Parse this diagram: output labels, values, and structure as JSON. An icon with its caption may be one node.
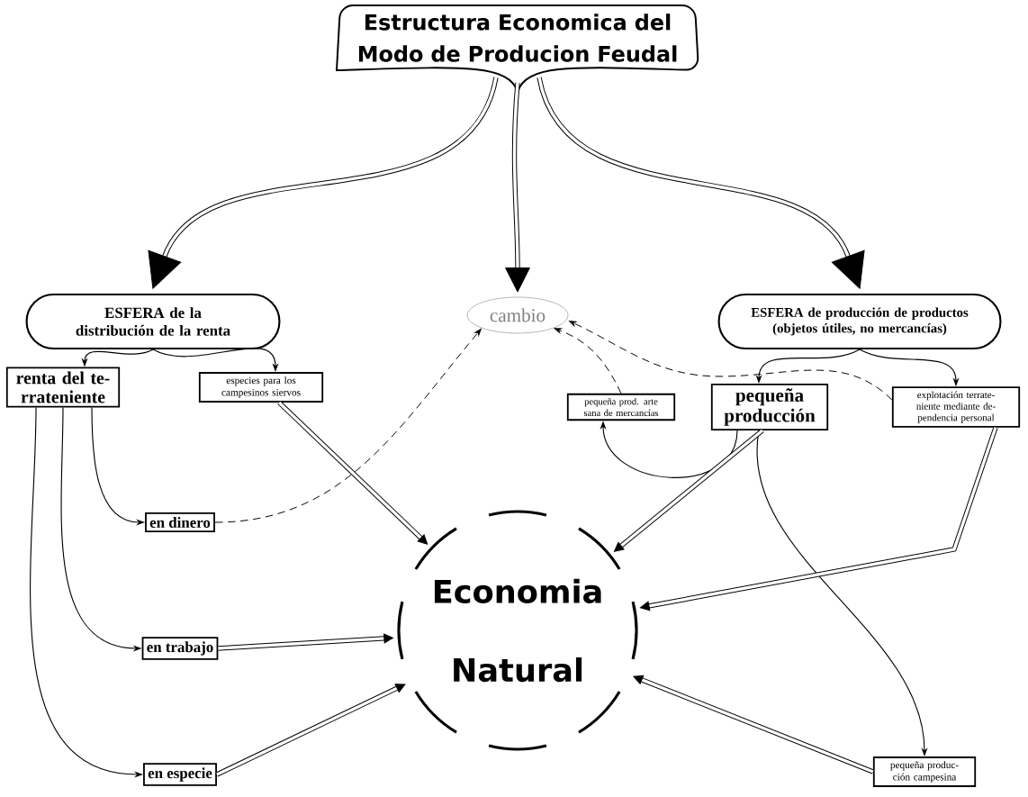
{
  "diagram": {
    "nodes": [
      {
        "text": [
          "Estructura Economica del Modo de Producion Feudal"
        ]
      },
      {
        "text": [
          "ESFERA de la distribución de la renta"
        ]
      },
      {
        "text": [
          "cambio"
        ]
      },
      {
        "text": [
          "ESFERA de producción de productos (objetos útiles, no mercancías)"
        ]
      },
      {
        "text": [
          "renta del te- rrateniente"
        ]
      },
      {
        "text": [
          "especies para los campesinos siervos"
        ]
      },
      {
        "text": [
          "pequeña prod. arte sana de mercancías"
        ]
      },
      {
        "text": [
          "pequeña producción"
        ]
      },
      {
        "text": [
          "explotación terrate- niente mediante de- pendencia personal"
        ]
      },
      {
        "text": [
          "en dinero"
        ]
      },
      {
        "text": [
          "en trabajo"
        ]
      },
      {
        "text": [
          "en especie"
        ]
      },
      {
        "text": [
          "Economia Natural"
        ]
      },
      {
        "text": [
          "pequeña produc- ción campesina"
        ]
      }
    ],
    "edges": [
      {
        "from": 0,
        "to": 1,
        "arrow": "to",
        "style": "thick"
      },
      {
        "from": 0,
        "to": 2,
        "arrow": "to",
        "style": "thick"
      },
      {
        "from": 0,
        "to": 3,
        "arrow": "to",
        "style": "thick"
      },
      {
        "from": 1,
        "to": 4,
        "arrow": "to"
      },
      {
        "from": 1,
        "to": 5,
        "arrow": "to"
      },
      {
        "from": 3,
        "to": 7,
        "arrow": "to"
      },
      {
        "from": 3,
        "to": 8,
        "arrow": "to"
      },
      {
        "from": 4,
        "to": 9,
        "arrow": "to"
      },
      {
        "from": 4,
        "to": 10,
        "arrow": "to"
      },
      {
        "from": 4,
        "to": 11,
        "arrow": "to"
      },
      {
        "from": 9,
        "to": 2,
        "arrow": "to",
        "style": "dashed"
      },
      {
        "from": 6,
        "to": 2,
        "arrow": "to",
        "style": "dashed"
      },
      {
        "from": 8,
        "to": 2,
        "arrow": "to",
        "style": "dashed"
      },
      {
        "from": 7,
        "to": 6,
        "arrow": "to"
      },
      {
        "from": 7,
        "to": 13,
        "arrow": "to"
      },
      {
        "from": 5,
        "to": 12,
        "arrow": "to",
        "style": "thick"
      },
      {
        "from": 7,
        "to": 12,
        "arrow": "to",
        "style": "thick"
      },
      {
        "from": 8,
        "to": 12,
        "arrow": "to",
        "style": "thick"
      },
      {
        "from": 10,
        "to": 12,
        "arrow": "to",
        "style": "thick"
      },
      {
        "from": 11,
        "to": 12,
        "arrow": "to",
        "style": "thick"
      },
      {
        "from": 13,
        "to": 12,
        "arrow": "to",
        "style": "thick"
      }
    ]
  }
}
